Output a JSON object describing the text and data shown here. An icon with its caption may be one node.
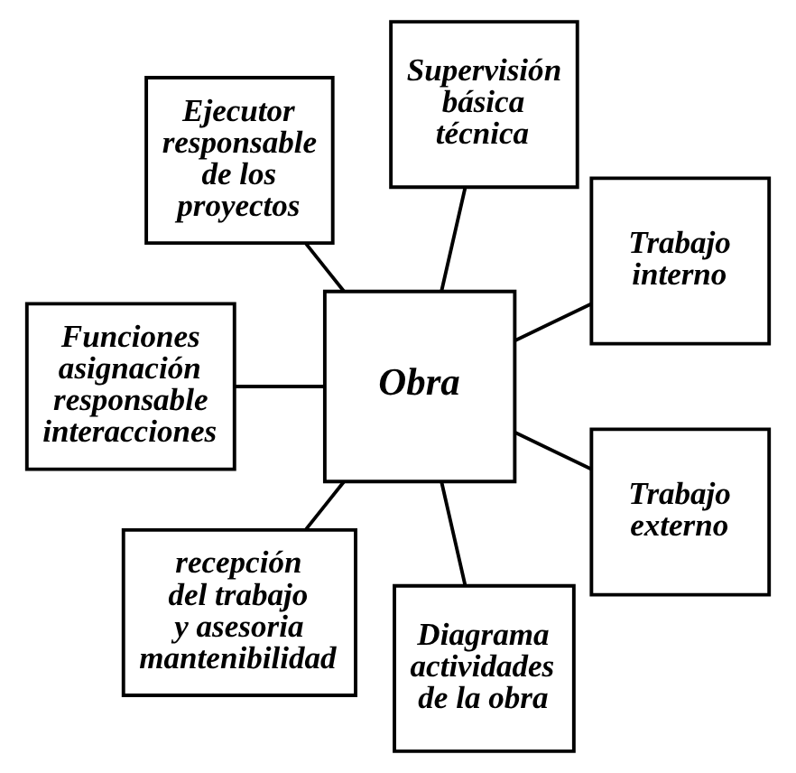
{
  "diagram": {
    "nodes": [
      {
        "text": [
          "Trabajo interno"
        ]
      },
      {
        "text": [
          "Supervisión básica técnica"
        ]
      },
      {
        "text": [
          "Ejecutor responsable de los proyectos"
        ]
      },
      {
        "text": [
          "Obra"
        ]
      },
      {
        "text": [
          "Funciones asignación responsable interacciones"
        ]
      },
      {
        "text": [
          "recepción del trabajo y asesoria mantenibilidad"
        ]
      },
      {
        "text": [
          "Diagrama actividades de la obra"
        ]
      },
      {
        "text": [
          "Trabajo externo"
        ]
      }
    ],
    "edges": [
      {
        "from": 3,
        "to": 0,
        "arrow": "none"
      },
      {
        "from": 3,
        "to": 2,
        "arrow": "none"
      },
      {
        "from": 3,
        "to": 5,
        "arrow": "none"
      },
      {
        "from": 3,
        "to": 7,
        "arrow": "none"
      },
      {
        "from": 3,
        "to": 6,
        "arrow": "none"
      },
      {
        "from": 3,
        "to": 4,
        "arrow": "none"
      },
      {
        "from": 3,
        "to": 1,
        "arrow": "none"
      }
    ]
  }
}
